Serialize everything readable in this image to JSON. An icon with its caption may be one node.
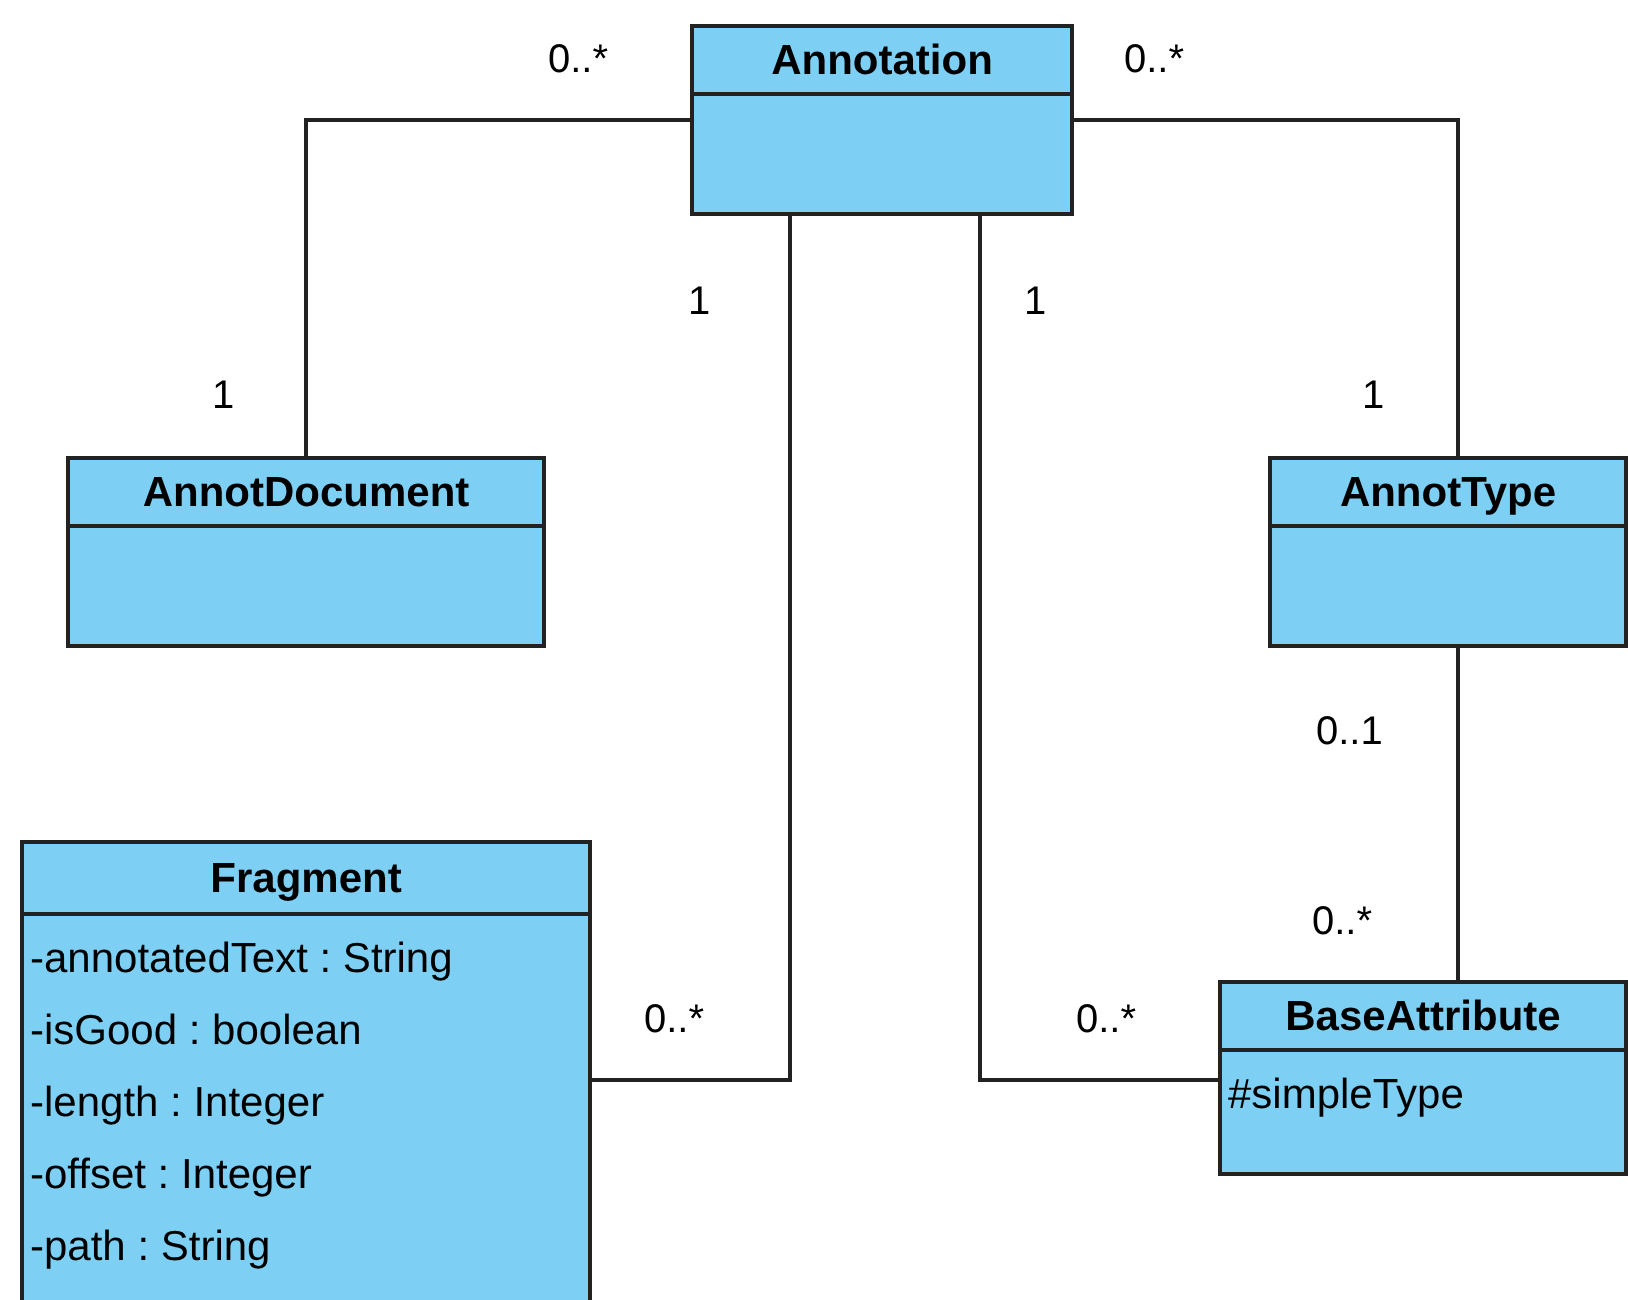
{
  "diagram": {
    "nodes": [
      {
        "text": [
          "Annotation"
        ]
      },
      {
        "text": [
          "AnnotDocument"
        ]
      },
      {
        "text": [
          "AnnotType"
        ]
      },
      {
        "text": [
          "Fragment",
          "-annotatedText : String",
          "-isGood : boolean",
          "-length : Integer",
          "-offset : Integer",
          "-path : String"
        ]
      },
      {
        "text": [
          "BaseAttribute",
          "#simpleType"
        ]
      }
    ],
    "edges": [
      {
        "from": 0,
        "to": 1,
        "arrow": "none"
      },
      {
        "from": 0,
        "to": 2,
        "arrow": "none"
      },
      {
        "from": 0,
        "to": 3,
        "arrow": "none"
      },
      {
        "from": 0,
        "to": 4,
        "arrow": "none"
      },
      {
        "from": 2,
        "to": 4,
        "arrow": "none"
      }
    ],
    "labels": [
      "0..*",
      "0..*",
      "1",
      "1",
      "1",
      "1",
      "0..1",
      "0..*",
      "0..*",
      "0..*"
    ]
  }
}
